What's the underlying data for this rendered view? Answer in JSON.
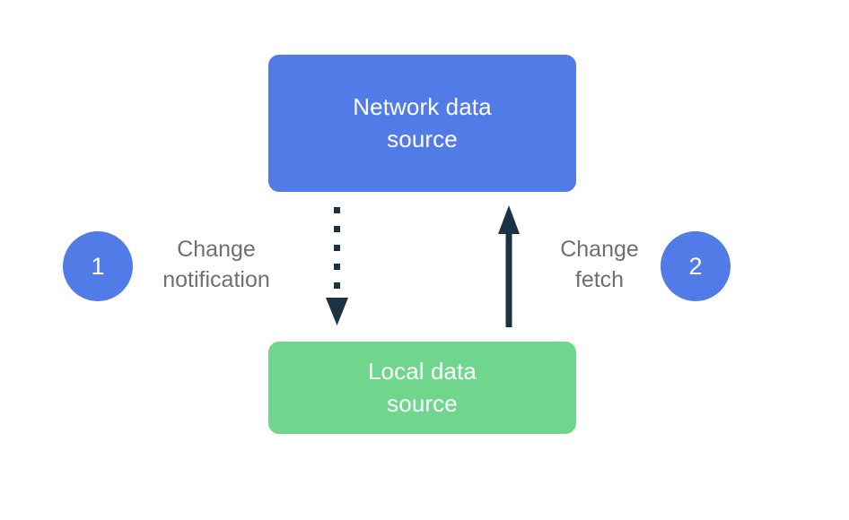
{
  "diagram": {
    "title_text_present": false,
    "background_color": "#ffffff",
    "nodes": [
      {
        "id": "network-data-source",
        "label": "Network data\nsource",
        "color": "#517ce8",
        "text_color": "#ffffff",
        "shape": "rounded-rectangle"
      },
      {
        "id": "local-data-source",
        "label": "Local data\nsource",
        "color": "#70d68d",
        "text_color": "#ffffff",
        "shape": "rounded-rectangle"
      }
    ],
    "steps": [
      {
        "number": "1",
        "color": "#517ce8",
        "text_color": "#ffffff"
      },
      {
        "number": "2",
        "color": "#517ce8",
        "text_color": "#ffffff"
      }
    ],
    "edges": [
      {
        "id": "change-notification",
        "label": "Change\nnotification",
        "label_color": "#6f6f6f",
        "style": "dotted",
        "direction": "network-data-source -> local-data-source",
        "arrow_color": "#1c3344"
      },
      {
        "id": "change-fetch",
        "label": "Change\nfetch",
        "label_color": "#6f6f6f",
        "style": "solid",
        "direction": "local-data-source -> network-data-source",
        "arrow_color": "#1c3344"
      }
    ]
  }
}
